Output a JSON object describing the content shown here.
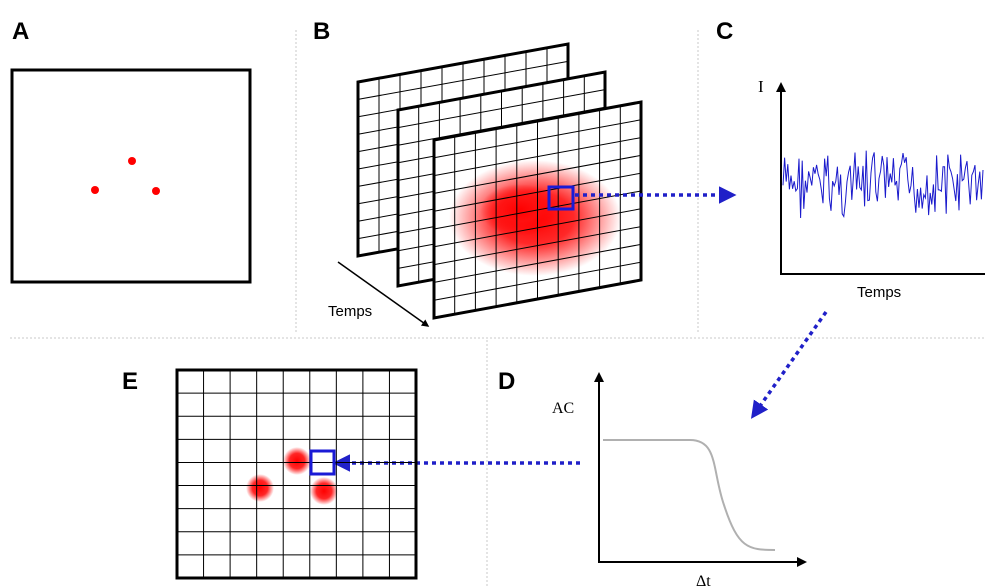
{
  "panels": {
    "a": {
      "letter": "A"
    },
    "b": {
      "letter": "B",
      "time_label": "Temps"
    },
    "c": {
      "letter": "C",
      "y_label": "I",
      "x_label": "Temps"
    },
    "d": {
      "letter": "D",
      "y_label": "AC",
      "x_label": "Δt"
    },
    "e": {
      "letter": "E"
    }
  },
  "colors": {
    "frame": "#000000",
    "emitter": "#ff0000",
    "highlight": "#1a1ad6",
    "arrow": "#2020c8",
    "signal": "#1a1acc",
    "autocorr_curve": "#b0b0b0",
    "separator": "#c8c8c8"
  }
}
